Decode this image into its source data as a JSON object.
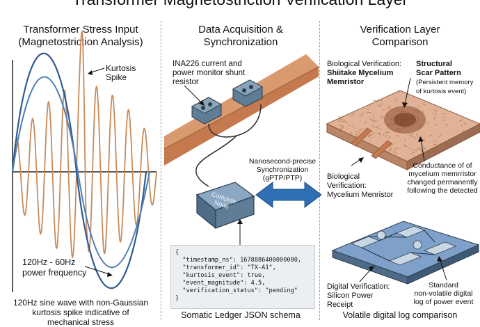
{
  "title": "Transformer Magnetostriction Verification Layer",
  "col1": {
    "heading_line1": "Transformer Stress Input",
    "heading_line2": "(Magnetostriction Analysis)",
    "kurtosis_label_line1": "Kurtosis",
    "kurtosis_label_line2": "Spike",
    "freq_label_line1": "120Hz - 60Hz",
    "freq_label_line2": "power frequency",
    "caption_line1": "120Hz sine wave with non-Gaussian",
    "caption_line2": "kurtosis spike indicative of",
    "caption_line3": "mechanical stress"
  },
  "col2": {
    "heading_line1": "Data Acquisition &",
    "heading_line2": "Synchronization",
    "sensor_label_line1": "INA226 current and",
    "sensor_label_line2": "power monitor shunt",
    "sensor_label_line3": "resistor",
    "compute_line1": "Compute",
    "compute_line2": "Node",
    "sync_line1": "Nanosecond-precise",
    "sync_line2": "Synchronization",
    "sync_line3": "(gPTP/PTP)",
    "json_line1": "{",
    "json_line2": "  \"timestamp_ns\": 1678886400000000,",
    "json_line3": "  \"transformer_id\": \"TX-A1\",",
    "json_line4": "  \"kurtosis_event\": true,",
    "json_line5": "  \"event_magnitude\": 4.5,",
    "json_line6": "  \"verification_status\": \"pending\"",
    "json_line7": "}",
    "caption": "Somatic Ledger JSON schema"
  },
  "col3": {
    "heading_line1": "Verification Layer",
    "heading_line2": "Comparison",
    "bio_top_line1": "Biological Verification:",
    "bio_top_line2": "Shiitake Mycelium",
    "bio_top_line3": "Memristor",
    "scar_line1": "Structural",
    "scar_line2": "Scar Pattern",
    "scar_line3": "(Persistent memory",
    "scar_line4": "of kurtosis event)",
    "bio_low_line1": "Biological",
    "bio_low_line2": "Verification:",
    "bio_low_line3": "Mycelium Menristor",
    "conduct_line1": "Conductance of of",
    "conduct_line2": "mycelium memrristor",
    "conduct_line3": "changed permanently",
    "conduct_line4": "following the detected",
    "digital_line1": "Digital Verification:",
    "digital_line2": "Silicon Power",
    "digital_line3": "Receipt",
    "standard_line1": "Standard",
    "standard_line2": "non-volatile digital",
    "standard_line3": "log of power event",
    "caption": "Volatile digital log comparison"
  },
  "colors": {
    "blue_wave": "#2f5b8f",
    "orange_wave": "#c98a5a",
    "copper": "#c47a4e",
    "steel": "#5f7d96",
    "arrow_blue": "#2f6fb3",
    "mycelium": "#d9a98a",
    "chip": "#5d84b3"
  },
  "icons": [
    "clamp-icon",
    "compute-node-icon",
    "double-arrow-icon",
    "mycelium-board-icon",
    "silicon-chip-icon"
  ]
}
